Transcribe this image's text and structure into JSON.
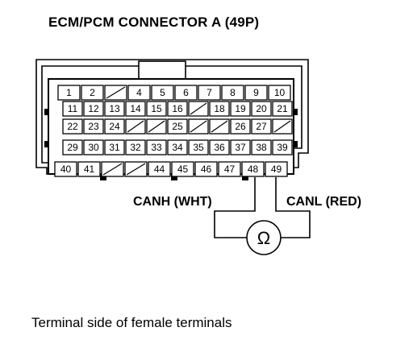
{
  "title": "ECM/PCM CONNECTOR A (49P)",
  "caption": "Terminal side of female terminals",
  "labels": {
    "canh": "CANH (WHT)",
    "canl": "CANL (RED)",
    "ohmmeter": "Ω"
  },
  "connector": {
    "rows": [
      [
        "1",
        "2",
        "",
        "4",
        "5",
        "6",
        "7",
        "8",
        "9",
        "10"
      ],
      [
        "11",
        "12",
        "13",
        "14",
        "15",
        "16",
        "",
        "18",
        "19",
        "20",
        "21"
      ],
      [
        "22",
        "23",
        "24",
        "",
        "",
        "25",
        "",
        "",
        "26",
        "27",
        ""
      ],
      [
        "29",
        "30",
        "31",
        "32",
        "33",
        "34",
        "35",
        "36",
        "37",
        "38",
        "39"
      ],
      [
        "40",
        "41",
        "",
        "",
        "44",
        "45",
        "46",
        "47",
        "48",
        "49"
      ]
    ]
  }
}
